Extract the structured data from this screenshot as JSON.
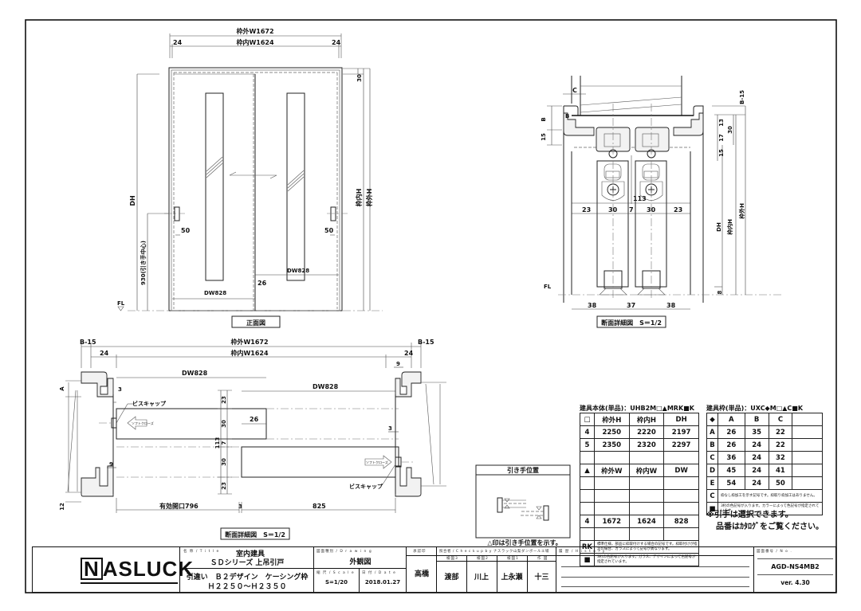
{
  "front_view": {
    "outer_width": "枠外W1672",
    "inner_width": "枠内W1624",
    "frame_side_left": "24",
    "frame_side_right": "24",
    "head_dim": "30",
    "height_dh": "DH",
    "inner_height": "枠内H",
    "outer_height": "枠外H",
    "handle_height": "930(引き手中心)",
    "handle_offset_left": "50",
    "handle_offset_right": "50",
    "door_width_left": "DW828",
    "door_width_right": "DW828",
    "overlap": "26",
    "floor_level": "FL",
    "caption": "正面図"
  },
  "section_vertical": {
    "label_c": "C",
    "label_b_left": "B",
    "label_b_box": "B",
    "dim_15_left": "15",
    "dim_b15": "B-15",
    "dim_13": "13",
    "dim_17": "17",
    "dim_15_right": "15",
    "dim_30_right": "30",
    "dim_113": "113",
    "row_dims": [
      "23",
      "30",
      "7",
      "30",
      "23"
    ],
    "bottom_dims": [
      "38",
      "37",
      "38"
    ],
    "dh": "DH",
    "inner_height": "枠内H",
    "outer_height": "枠外H",
    "dim_8": "8",
    "floor_level": "FL",
    "caption": "断面詳細図　S＝1/2"
  },
  "section_horizontal": {
    "b15_left": "B-15",
    "b15_right": "B-15",
    "outer_width": "枠外W1672",
    "inner_width": "枠内W1624",
    "dim_24_left": "24",
    "dim_24_right": "24",
    "dim_9_top": "9",
    "label_a": "A",
    "dw_left": "DW828",
    "dw_right": "DW828",
    "dim_3_left": "3",
    "dim_3_right": "3",
    "dim_3_bottom": "3",
    "screw_cap_left": "ビスキャップ",
    "screw_cap_right": "ビスキャップ",
    "soft_close_left": "ソフトクローズ",
    "soft_close_right": "ソフトクローズ",
    "dim_23_top": "23",
    "dim_30_top": "30",
    "dim_7": "7",
    "dim_30_bottom": "30",
    "dim_23_bottom": "23",
    "dim_113": "113",
    "dim_26": "26",
    "dim_9_left": "9",
    "dim_12": "12",
    "effective_opening": "有効開口796",
    "dim_825": "825",
    "caption": "断面詳細図　S＝1/2"
  },
  "handle_position": {
    "title": "引き手位置",
    "note": "△印は引き手位置を示す。"
  },
  "door_body_table": {
    "caption": "建具本体(単品)：UHB2M□▲MRK■K",
    "header_h": [
      "□",
      "枠外H",
      "枠内H",
      "DH"
    ],
    "rows_h": [
      [
        "4",
        "2250",
        "2220",
        "2197"
      ],
      [
        "5",
        "2350",
        "2320",
        "2297"
      ],
      [
        "",
        "",
        "",
        ""
      ]
    ],
    "header_w": [
      "▲",
      "枠外W",
      "枠内W",
      "DW"
    ],
    "rows_w": [
      [
        "",
        "",
        "",
        ""
      ],
      [
        "",
        "",
        "",
        ""
      ],
      [
        "",
        "",
        "",
        ""
      ],
      [
        "4",
        "1672",
        "1624",
        "828"
      ],
      [
        "",
        "",
        "",
        ""
      ]
    ],
    "notes": [
      {
        "key": "RK",
        "text": "標準仕様。部品に枠取付けする場合の記号です。枠取付けが指定の場合、ガラスによって記号が異なります。"
      },
      {
        "key": "■",
        "text": "3桁の色記号が入ります。ガラス、デザインによって色記号が指定されています。"
      }
    ]
  },
  "frame_table": {
    "caption": "建具枠(単品)：UXC◆M□▲C■K",
    "header": [
      "◆",
      "A",
      "B",
      "C",
      ""
    ],
    "rows": [
      [
        "A",
        "26",
        "35",
        "22",
        ""
      ],
      [
        "B",
        "26",
        "24",
        "22",
        ""
      ],
      [
        "C",
        "36",
        "24",
        "32",
        ""
      ],
      [
        "D",
        "45",
        "24",
        "41",
        ""
      ],
      [
        "E",
        "54",
        "24",
        "50",
        ""
      ]
    ],
    "notes": [
      {
        "key": "C",
        "text": "枠なし枠加工を示す記号です。枠取り枠加工はありません。"
      },
      {
        "key": "■",
        "text": "3桁の色記号が入ります。カラーによって色記号が指定されています。"
      }
    ]
  },
  "remarks": {
    "line1": "※引手は選択できます。",
    "line2": "品番はｶﾀﾛｸﾞをご覧ください。"
  },
  "title_block": {
    "logo": "NASLUCK",
    "logo_first": "N",
    "logo_rest": "ASLUCK",
    "title_caption": "名 称 / T i t l e",
    "title_line1": "室内建具",
    "title_line2": "ＳＤシリーズ 上吊引戸",
    "title_line3": "引違い　Ｂ２デザイン　ケーシング枠",
    "title_line4": "Ｈ２２５０～Ｈ２３５０",
    "drawing_caption": "図面種別 / D r a w i n g",
    "drawing_value": "外観図",
    "scale_caption": "縮 尺 / S c a l e",
    "scale_value": "S=1/20",
    "date_caption": "日 付 / D a t e",
    "date_value": "2018.01.27",
    "approver_caption": "承認印",
    "approver_value": "高橋",
    "checker_caption": "照合者 / C h e c k  u p  b y  ナスラック山梨ダンボールエ場",
    "checkers": [
      {
        "caption": "検図3",
        "name": "渡部"
      },
      {
        "caption": "検図2",
        "name": "川上"
      },
      {
        "caption": "検図1",
        "name": "上永瀬"
      },
      {
        "caption": "作 図",
        "name": "十三"
      }
    ],
    "history_caption": "履 歴 / H i s t o r y",
    "number_caption": "図面番号 / N o .",
    "drawing_number": "AGD-NS4MB2",
    "version": "ver. 4.30"
  }
}
